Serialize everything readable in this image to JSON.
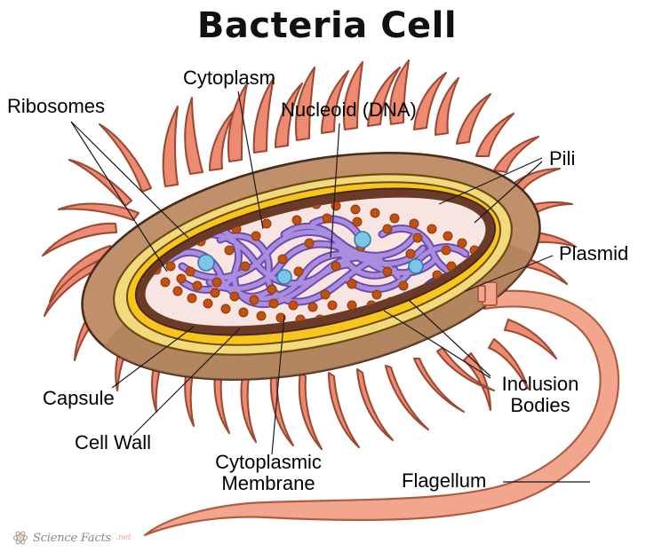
{
  "title": "Bacteria Cell",
  "labels": {
    "ribosomes": "Ribosomes",
    "cytoplasm": "Cytoplasm",
    "nucleoid": "Nucleoid (DNA)",
    "pili": "Pili",
    "plasmid": "Plasmid",
    "inclusion_bodies_line1": "Inclusion",
    "inclusion_bodies_line2": "Bodies",
    "capsule": "Capsule",
    "cell_wall": "Cell Wall",
    "cytoplasmic_membrane_line1": "Cytoplasmic",
    "cytoplasmic_membrane_line2": "Membrane",
    "flagellum": "Flagellum"
  },
  "watermark": {
    "name": "Science Facts",
    "tld": ".net",
    "icon": "atom-icon"
  },
  "colors": {
    "background": "#ffffff",
    "title_text": "#111111",
    "label_text": "#000000",
    "leader_line": "#1a1a1a",
    "capsule_fill": "#bf9069",
    "capsule_shade": "#ab7d58",
    "capsule_stroke": "#4a2c1c",
    "cell_wall_outer": "#f2d97a",
    "cell_wall_fill": "#f7c51c",
    "cell_wall_stroke": "#6b4a12",
    "membrane_fill": "#6b3b28",
    "membrane_stroke": "#4a2617",
    "cytoplasm_fill": "#f8e5e1",
    "dna_fill": "#a98ee0",
    "dna_stroke": "#6f4bb0",
    "plasmid_fill": "#f8e5e1",
    "plasmid_stroke": "#5b2f9e",
    "ribosome_fill": "#c2510f",
    "ribosome_stroke": "#8a3a0a",
    "inclusion_fill": "#7cc5e8",
    "inclusion_stroke": "#2b7fa8",
    "pili_fill": "#ec8a72",
    "pili_stroke": "#9c4a33",
    "flagellum_fill": "#f2a68d",
    "flagellum_stroke": "#b05c41",
    "watermark_text": "#3b3b3b",
    "watermark_tld": "#e2703a"
  },
  "structure": {
    "cell_shape": "rod (bacillus)",
    "rotation_deg": -12,
    "layers": [
      "Capsule",
      "Cell Wall",
      "Cytoplasmic Membrane",
      "Cytoplasm"
    ],
    "organelles": [
      "Nucleoid (DNA)",
      "Plasmid",
      "Ribosomes",
      "Inclusion Bodies"
    ],
    "appendages": [
      "Pili",
      "Flagellum"
    ],
    "pili_count": 38,
    "ribosome_count": 120,
    "inclusion_body_count": 6,
    "flagellum_count": 1
  }
}
